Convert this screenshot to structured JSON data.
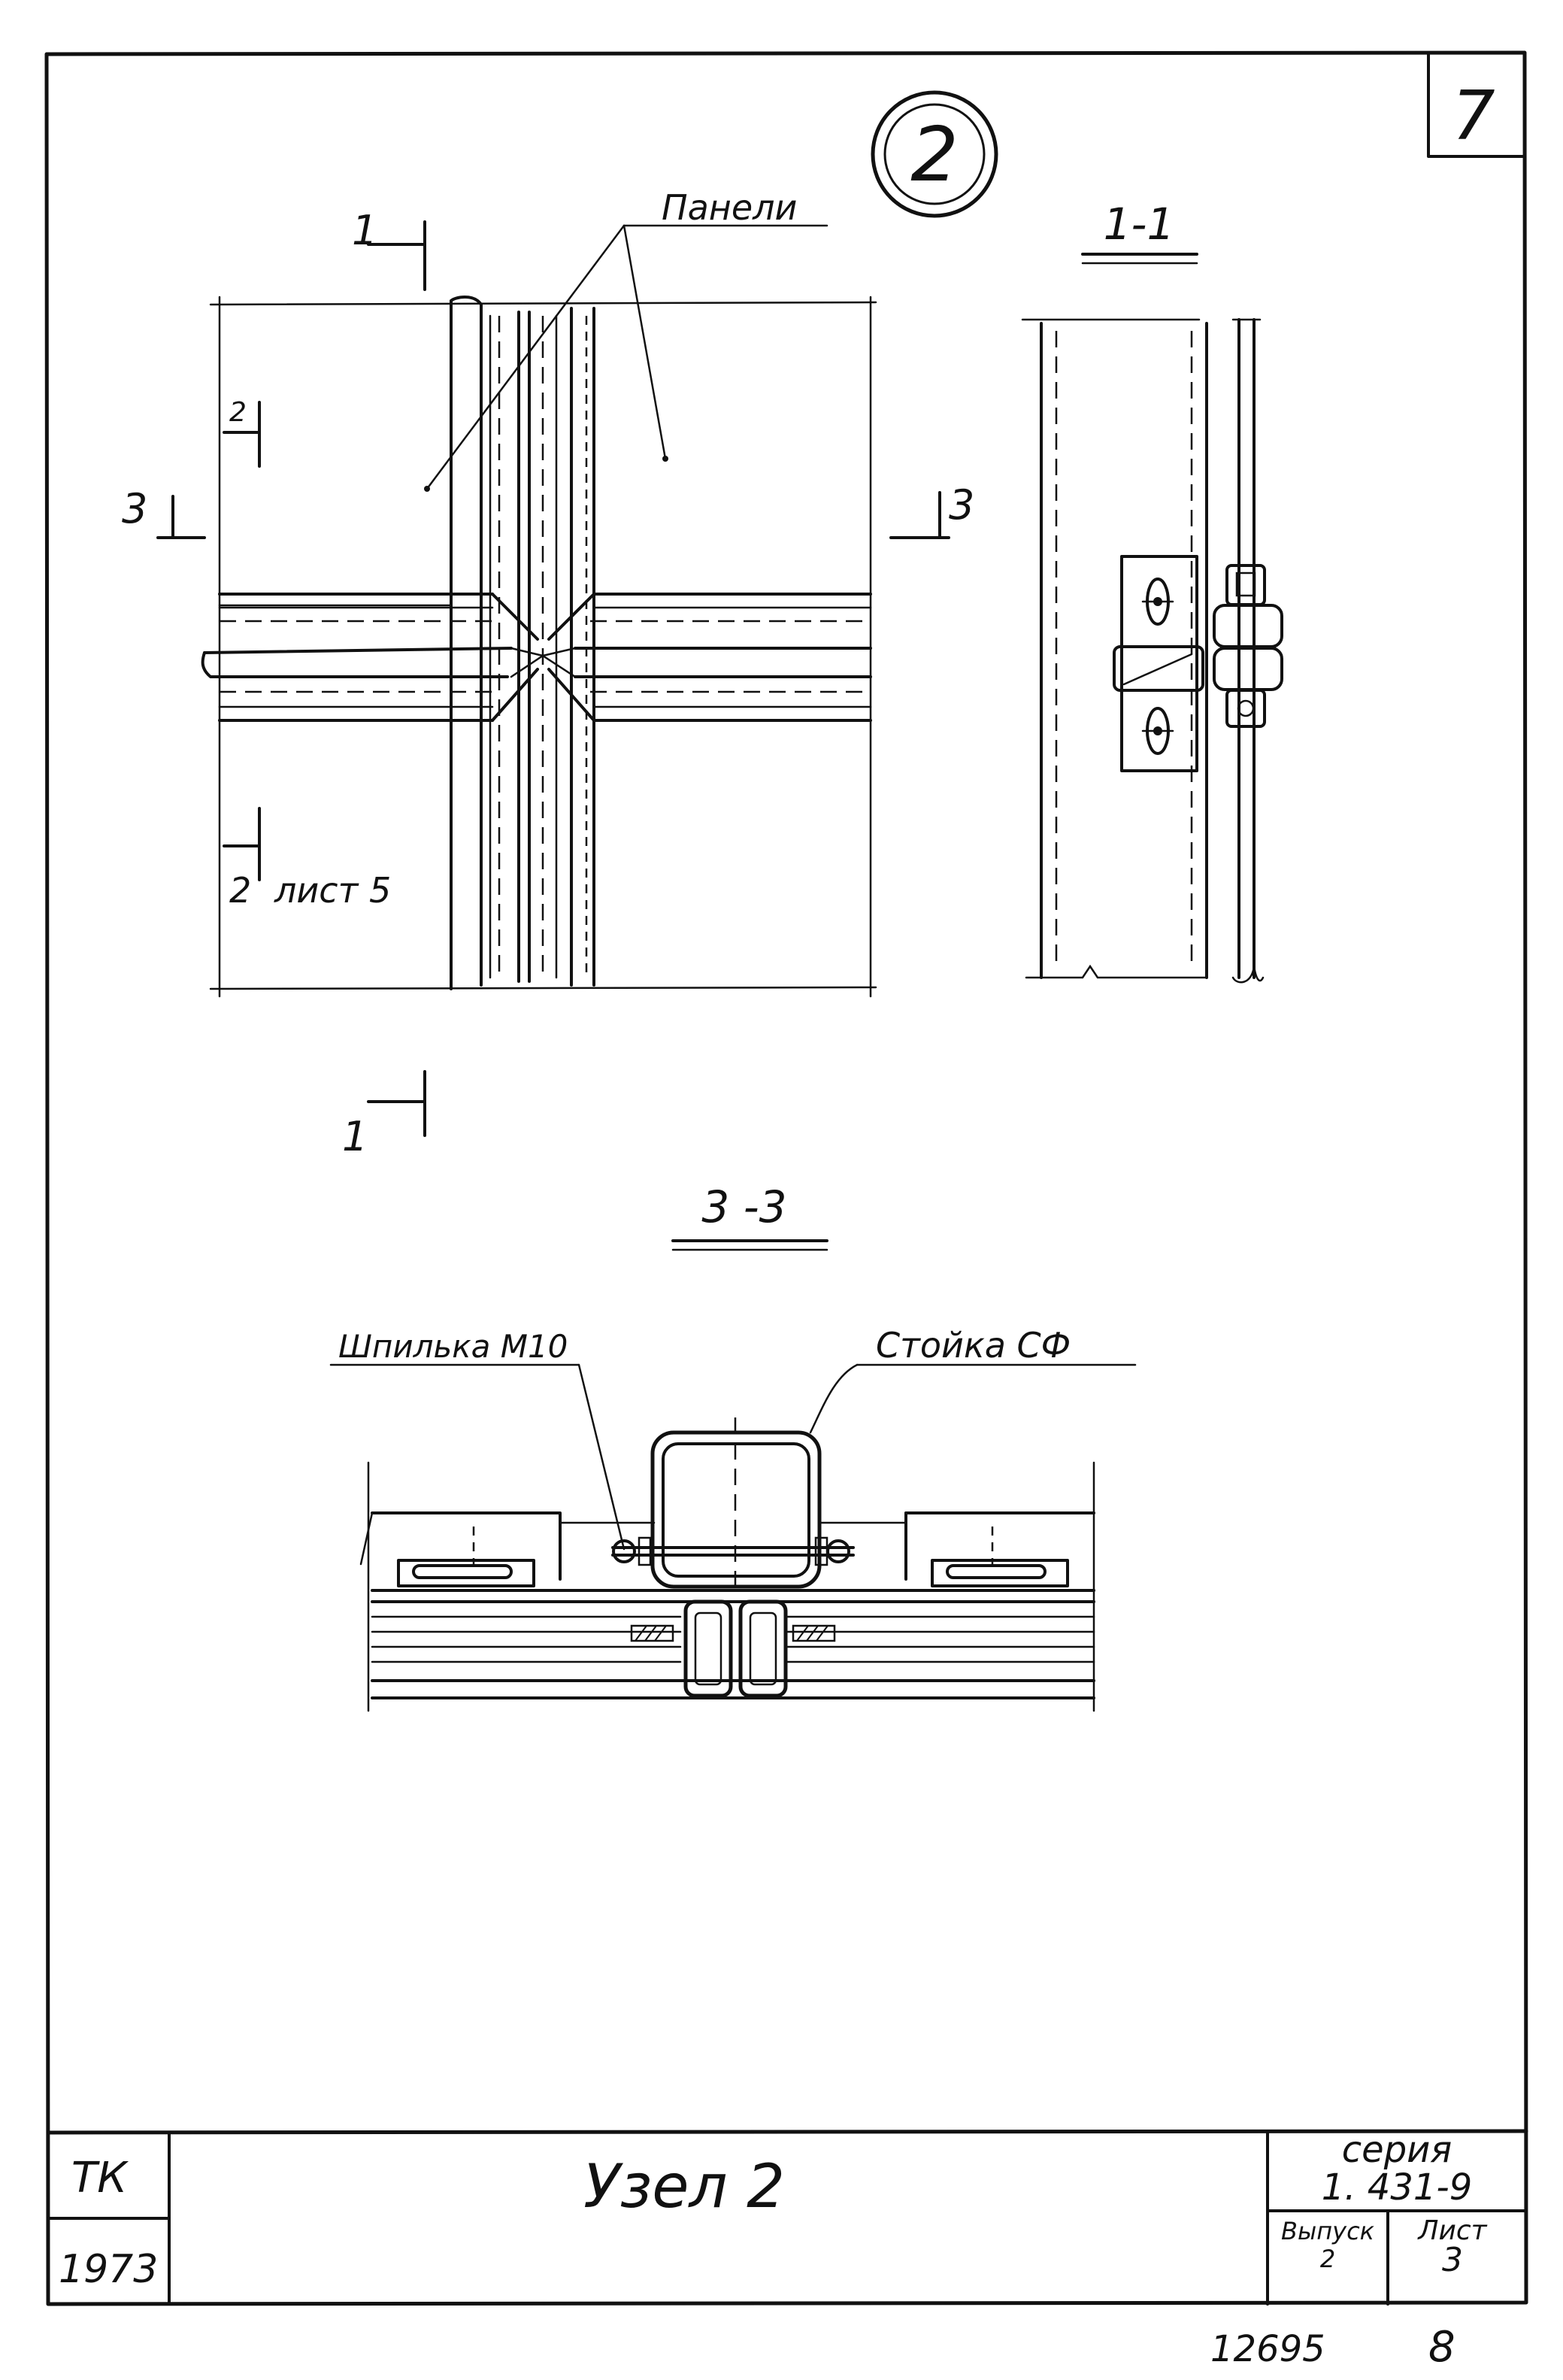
{
  "sheet": {
    "corner_number": "7",
    "node_marker": "2"
  },
  "callouts": {
    "panels": "Панели",
    "stud": "Шпилька М10",
    "post": "Стойка СФ",
    "sheet_ref": "лист 5"
  },
  "sections": {
    "s11": "1-1",
    "s33": "3 -3",
    "mark1": "1",
    "mark2": "2",
    "mark3": "3"
  },
  "title_block": {
    "org": "ТК",
    "year": "1973",
    "title": "Узел 2",
    "series_label": "серия",
    "series_value": "1. 431-9",
    "issue_label": "Выпуск",
    "issue_value": "2",
    "sheet_label": "Лист",
    "sheet_value": "3"
  },
  "footer": {
    "inventory_number": "12695",
    "page_number": "8"
  }
}
